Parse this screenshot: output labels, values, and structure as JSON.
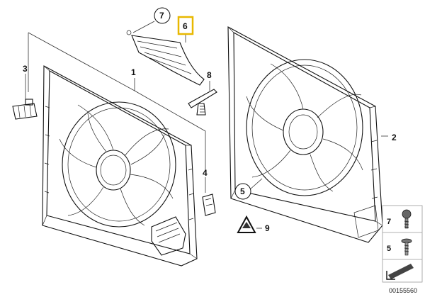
{
  "diagram": {
    "callouts": {
      "c1": "1",
      "c2": "2",
      "c3": "3",
      "c4": "4",
      "c5": "5",
      "c6": "6",
      "c7": "7",
      "c8": "8",
      "c9": "9"
    },
    "legend": {
      "item7": "7",
      "item5": "5"
    },
    "highlight_color": "#e8b800",
    "reference_number": "00155560"
  }
}
